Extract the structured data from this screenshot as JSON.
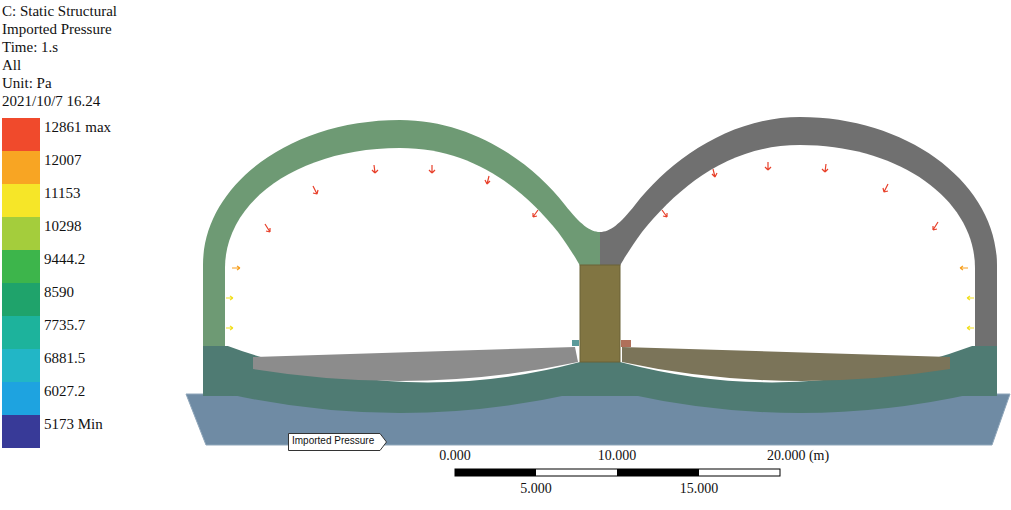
{
  "diagram": {
    "nodes": [
      {
        "text": [
          "Imported Pressure"
        ]
      }
    ],
    "labels": [
      "C: Static Structural",
      "Imported Pressure",
      "Time: 1.s",
      "All",
      "Unit: Pa",
      "2021/10/7 16.24",
      "0.000",
      "10.000",
      "20.000 (m)",
      "5.000",
      "15.000"
    ],
    "legend": [
      {
        "text": "12861 max",
        "color": "#f04a2c"
      },
      {
        "text": "12007",
        "color": "#f8a523"
      },
      {
        "text": "11153",
        "color": "#f6e628"
      },
      {
        "text": "10298",
        "color": "#a4cd3c"
      },
      {
        "text": "9444.2",
        "color": "#3db54b"
      },
      {
        "text": "8590",
        "color": "#1fa36b"
      },
      {
        "text": "7735.7",
        "color": "#1db39c"
      },
      {
        "text": "6881.5",
        "color": "#22b6c6"
      },
      {
        "text": "6027.2",
        "color": "#1ea3e0"
      },
      {
        "text": "5173 Min",
        "color": "#383a98"
      }
    ]
  }
}
